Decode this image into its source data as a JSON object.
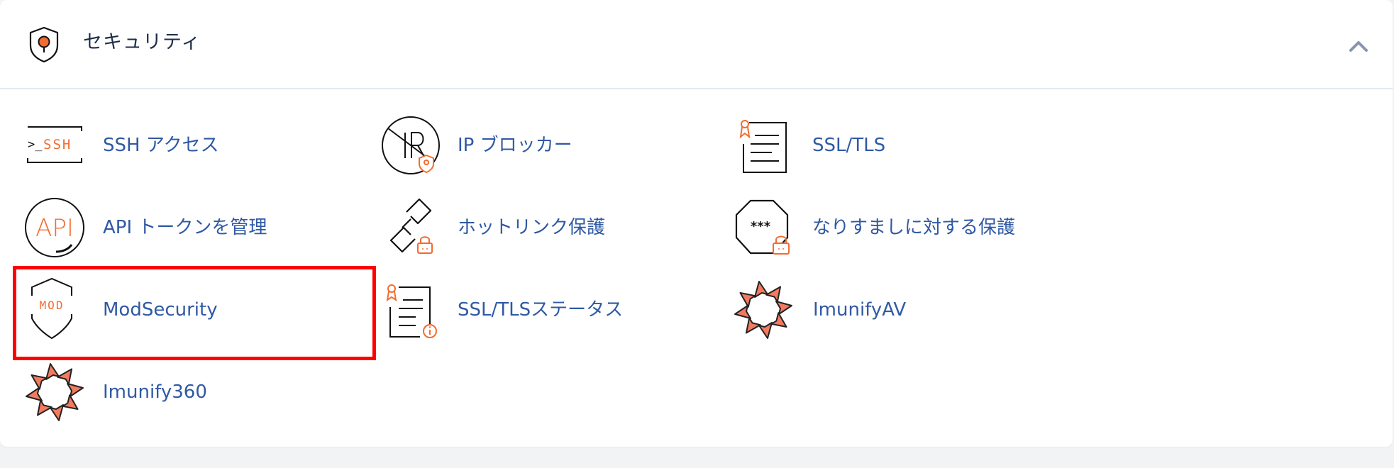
{
  "section": {
    "title": "セキュリティ",
    "header_icon": "shield-pin-icon",
    "toggle_icon": "chevron-up-icon",
    "expanded": true
  },
  "colors": {
    "link": "#2f59a4",
    "title": "#1d2e4a",
    "accent_orange": "#f26c2f",
    "imunify_salmon": "#f47a5f",
    "highlight_border": "#ff0000",
    "divider": "#e4e9f1"
  },
  "items": [
    {
      "label": "SSH アクセス",
      "icon": "ssh-terminal-icon",
      "column": 1,
      "row": 1
    },
    {
      "label": "IP ブロッカー",
      "icon": "ip-blocker-icon",
      "column": 2,
      "row": 1
    },
    {
      "label": "SSL/TLS",
      "icon": "ssl-certificate-icon",
      "column": 3,
      "row": 1
    },
    {
      "label": "API トークンを管理",
      "icon": "api-token-icon",
      "column": 1,
      "row": 2
    },
    {
      "label": "ホットリンク保護",
      "icon": "hotlink-chain-lock-icon",
      "column": 2,
      "row": 2
    },
    {
      "label": "なりすましに対する保護",
      "icon": "password-lock-octagon-icon",
      "column": 3,
      "row": 2
    },
    {
      "label": "ModSecurity",
      "icon": "modsecurity-shield-icon",
      "column": 1,
      "row": 3,
      "highlighted": true
    },
    {
      "label": "SSL/TLSステータス",
      "icon": "ssl-status-certificate-info-icon",
      "column": 2,
      "row": 3
    },
    {
      "label": "ImunifyAV",
      "icon": "imunify-av-icon",
      "column": 3,
      "row": 3
    },
    {
      "label": "Imunify360",
      "icon": "imunify360-icon",
      "column": 1,
      "row": 4
    }
  ],
  "icon_text": {
    "ssh": "SSH",
    "ssh_prompt": ">_",
    "api": "API",
    "ip": "IP",
    "mod": "MOD",
    "stars": "***"
  }
}
